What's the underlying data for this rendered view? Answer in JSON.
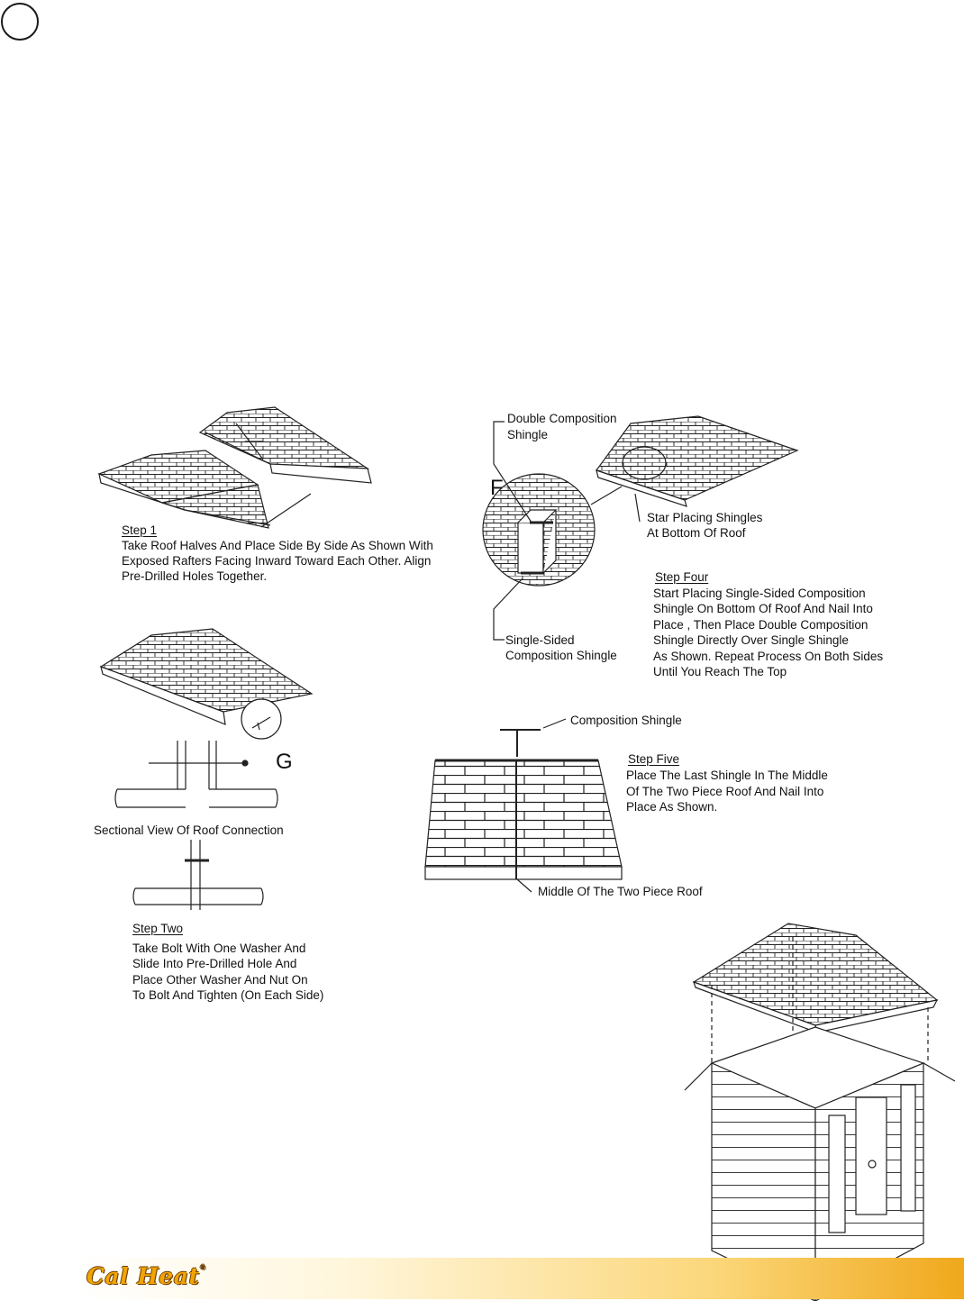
{
  "brand": {
    "name": "Cal Heat",
    "mark": "®"
  },
  "step1": {
    "title": "Step 1",
    "lines": [
      "Take Roof Halves And Place Side By Side As Shown With",
      "Exposed Rafters Facing Inward Toward Each Other. Align",
      "Pre-Drilled Holes Together."
    ]
  },
  "step2": {
    "title": "Step Two",
    "lines": [
      "Take Bolt With One Washer And",
      "Slide Into Pre-Drilled Hole And",
      "Place Other Washer And Nut On",
      "To Bolt And Tighten (On Each Side)"
    ],
    "detail_letter": "G",
    "sectional_caption": "Sectional View Of Roof Connection"
  },
  "step4": {
    "title": "Step Four",
    "lines": [
      "Start Placing Single-Sided Composition",
      "Shingle On Bottom Of Roof And Nail Into",
      "Place , Then Place Double Composition",
      "Shingle Directly Over Single Shingle",
      "As Shown. Repeat Process On Both Sides",
      "Until You Reach The Top"
    ],
    "detail_letter": "F",
    "label_double": [
      "Double Composition",
      "Shingle"
    ],
    "label_single": [
      "Single-Sided",
      "Composition Shingle"
    ],
    "label_start": [
      "Star Placing Shingles",
      "At Bottom Of Roof"
    ]
  },
  "step5": {
    "title": "Step Five",
    "lines": [
      "Place The Last Shingle In The Middle",
      "Of The Two Piece Roof And Nail Into",
      "Place As Shown."
    ],
    "label_top": "Composition Shingle",
    "label_bottom": "Middle Of The Two Piece Roof"
  }
}
